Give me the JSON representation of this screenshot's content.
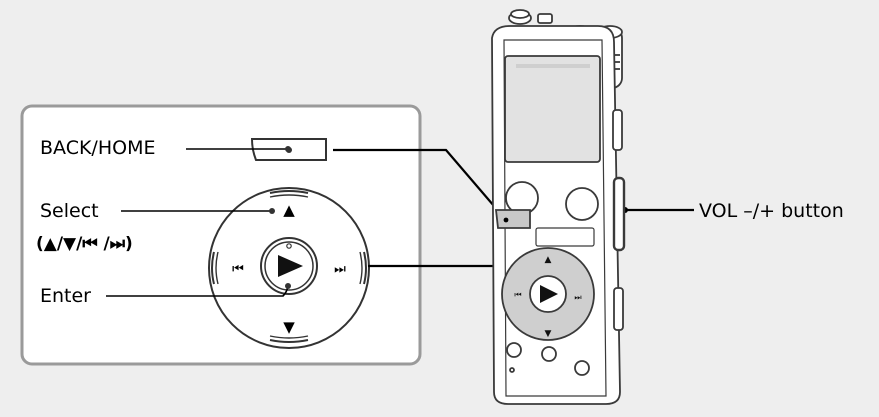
{
  "labels": {
    "back_home": "BACK/HOME",
    "select": "Select",
    "select_symbols": "(▲/▼/⏮ /⏭)",
    "enter": "Enter",
    "vol": "VOL –/+ button"
  },
  "dpad_glyphs": {
    "up": "▲",
    "down": "▼",
    "prev": "⏮",
    "next": "⏭"
  },
  "colors": {
    "background": "#eeeeee",
    "panel_fill": "#ffffff",
    "panel_stroke": "#999999",
    "device_body": "#ffffff",
    "device_stroke": "#3a3a3a",
    "screen": "#e2e2e2",
    "highlight": "#cfcfcf",
    "leader": "#000000"
  }
}
